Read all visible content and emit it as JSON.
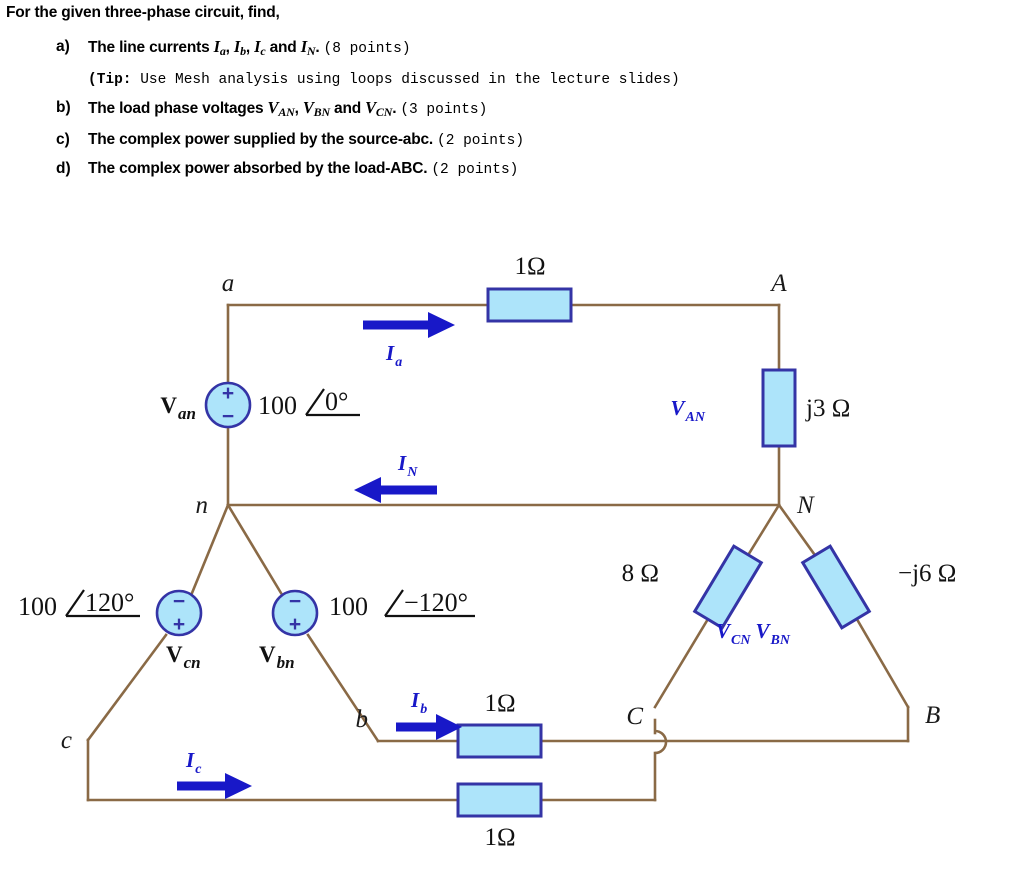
{
  "question": {
    "prompt": "For the given three-phase circuit, find,",
    "items": [
      {
        "marker": "a)",
        "text_before": "The line currents ",
        "vars": [
          "I",
          "a",
          "I",
          "b",
          "I",
          "c",
          "I",
          "N"
        ],
        "text_mid1": ", ",
        "text_mid2": ", ",
        "text_mid3": " and ",
        "text_after": ".",
        "points": "(8 points)"
      },
      {
        "marker": "b)",
        "text_before": "The load phase voltages ",
        "text_after": ".",
        "points": "(3 points)"
      },
      {
        "marker": "c)",
        "text_before": "The complex power supplied by the source-abc.",
        "points": "(2 points)"
      },
      {
        "marker": "d)",
        "text_before": "The complex power absorbed by the load-ABC.",
        "points": "(2 points)"
      }
    ],
    "tip_label": "(Tip:",
    "tip_text": " Use Mesh analysis using loops discussed in the lecture slides)"
  },
  "circuit": {
    "source_nodes": {
      "a": "a",
      "b": "b",
      "c": "c",
      "n": "n"
    },
    "load_nodes": {
      "A": "A",
      "B": "B",
      "C": "C",
      "N": "N"
    },
    "sources": [
      {
        "name": "Van",
        "symbol_main": "V",
        "symbol_sub": "an",
        "value": "100",
        "angle": "0°",
        "top_sign": "+",
        "bottom_sign": "−"
      },
      {
        "name": "Vcn",
        "symbol_main": "V",
        "symbol_sub": "cn",
        "value": "100",
        "angle": "120°",
        "top_sign": "−",
        "bottom_sign": "+"
      },
      {
        "name": "Vbn",
        "symbol_main": "V",
        "symbol_sub": "bn",
        "value": "100",
        "angle": "−120°",
        "top_sign": "−",
        "bottom_sign": "+"
      }
    ],
    "line_impedances": [
      {
        "name": "line-a-resistor",
        "label": "1Ω"
      },
      {
        "name": "line-b-resistor",
        "label": "1Ω"
      },
      {
        "name": "line-c-resistor",
        "label": "1Ω"
      }
    ],
    "load_impedances": [
      {
        "name": "load-AN",
        "label": "j3 Ω",
        "voltage_main": "V",
        "voltage_sub": "AN"
      },
      {
        "name": "load-CN",
        "label": "8 Ω",
        "voltage_main": "V",
        "voltage_sub": "CN"
      },
      {
        "name": "load-BN",
        "label": "−j6 Ω",
        "voltage_main": "V",
        "voltage_sub": "BN"
      }
    ],
    "currents": [
      {
        "name": "Ia",
        "main": "I",
        "sub": "a",
        "direction": "right"
      },
      {
        "name": "IN",
        "main": "I",
        "sub": "N",
        "direction": "left"
      },
      {
        "name": "Ib",
        "main": "I",
        "sub": "b",
        "direction": "right"
      },
      {
        "name": "Ic",
        "main": "I",
        "sub": "c",
        "direction": "right"
      }
    ],
    "colors": {
      "wire": "#8a6a46",
      "component_fill": "#ade4fa",
      "component_stroke": "#3434a6",
      "current_arrow": "#1818c8",
      "label_blue": "#1818c8"
    }
  }
}
